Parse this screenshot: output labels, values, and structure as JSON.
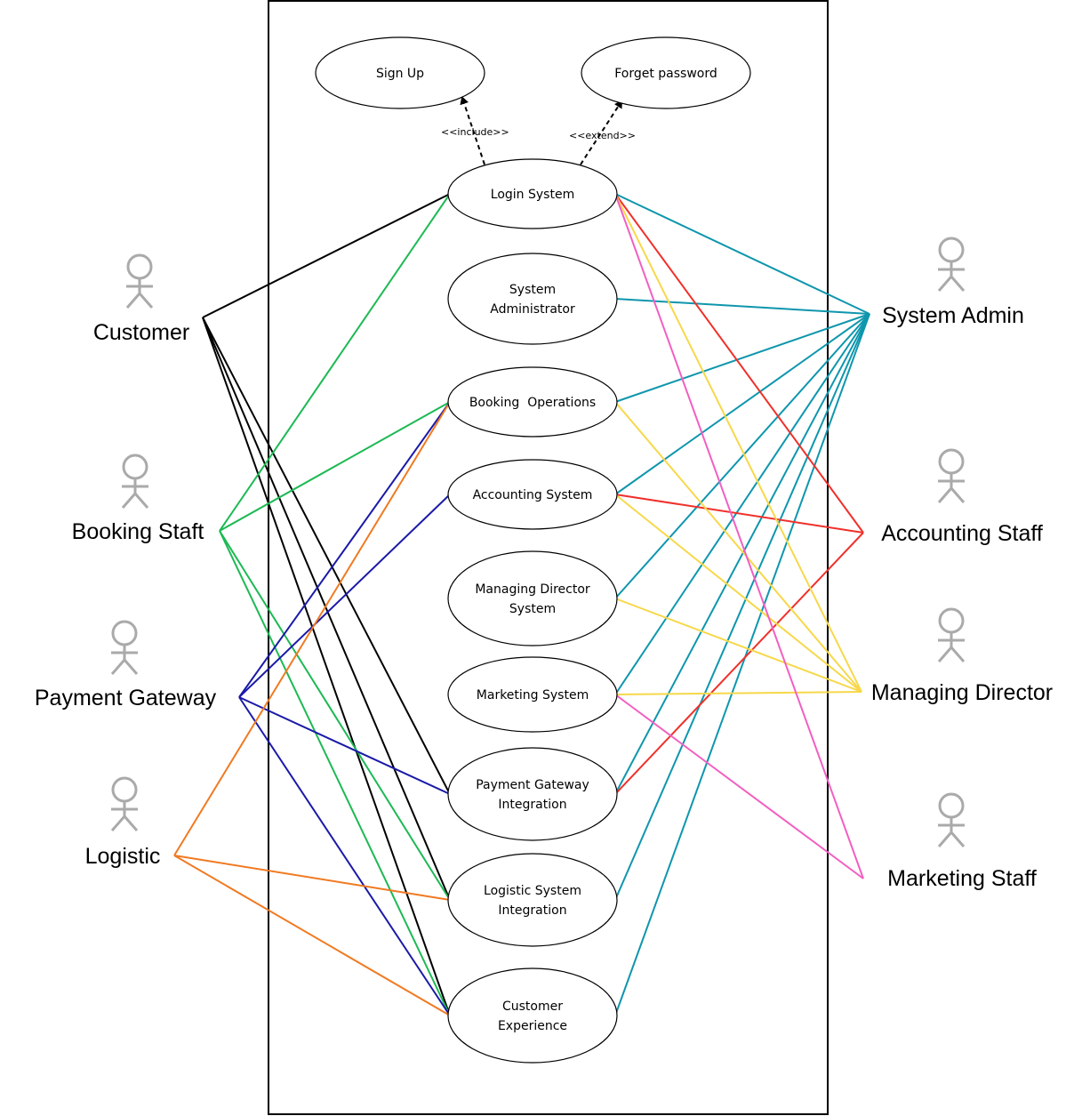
{
  "colors": {
    "customer": "#000000",
    "booking_staff": "#1db954",
    "payment_gateway": "#1a1aa8",
    "logistic": "#f07a22",
    "system_admin": "#0e96ad",
    "accounting_staff": "#f0302a",
    "managing_director": "#f7d84a",
    "marketing_staff": "#f25fc2",
    "actor_figure": "#aaaaaa"
  },
  "actors": {
    "customer": "Customer",
    "booking_staff": "Booking Staft",
    "payment_gateway": "Payment Gateway",
    "logistic": "Logistic",
    "system_admin": "System Admin",
    "accounting_staff": "Accounting Staff",
    "managing_director": "Managing Director",
    "marketing_staff": "Marketing Staff"
  },
  "use_cases": {
    "sign_up": [
      "Sign Up"
    ],
    "forget_password": [
      "Forget password"
    ],
    "login_system": [
      "Login System"
    ],
    "system_administrator": [
      "System",
      "Administrator"
    ],
    "booking_operations": [
      "Booking  Operations"
    ],
    "accounting_system": [
      "Accounting System"
    ],
    "managing_director_system": [
      "Managing Director",
      "System"
    ],
    "marketing_system": [
      "Marketing System"
    ],
    "payment_gateway_integration": [
      "Payment Gateway",
      "Integration"
    ],
    "logistic_system_integration": [
      "Logistic System",
      "Integration"
    ],
    "customer_experience": [
      "Customer",
      "Experience"
    ]
  },
  "relations": {
    "include": "<<include>>",
    "extend": "<<extend>>"
  },
  "associations": [
    {
      "actor": "customer",
      "use_cases": [
        "login_system",
        "payment_gateway_integration",
        "logistic_system_integration",
        "customer_experience"
      ]
    },
    {
      "actor": "booking_staff",
      "use_cases": [
        "login_system",
        "booking_operations",
        "logistic_system_integration",
        "customer_experience"
      ]
    },
    {
      "actor": "payment_gateway",
      "use_cases": [
        "booking_operations",
        "accounting_system",
        "payment_gateway_integration",
        "customer_experience"
      ]
    },
    {
      "actor": "logistic",
      "use_cases": [
        "booking_operations",
        "logistic_system_integration",
        "customer_experience"
      ]
    },
    {
      "actor": "system_admin",
      "use_cases": [
        "login_system",
        "system_administrator",
        "booking_operations",
        "accounting_system",
        "managing_director_system",
        "marketing_system",
        "payment_gateway_integration",
        "logistic_system_integration",
        "customer_experience"
      ]
    },
    {
      "actor": "accounting_staff",
      "use_cases": [
        "login_system",
        "accounting_system",
        "payment_gateway_integration"
      ]
    },
    {
      "actor": "managing_director",
      "use_cases": [
        "login_system",
        "booking_operations",
        "accounting_system",
        "managing_director_system",
        "marketing_system"
      ]
    },
    {
      "actor": "marketing_staff",
      "use_cases": [
        "login_system",
        "marketing_system"
      ]
    }
  ]
}
